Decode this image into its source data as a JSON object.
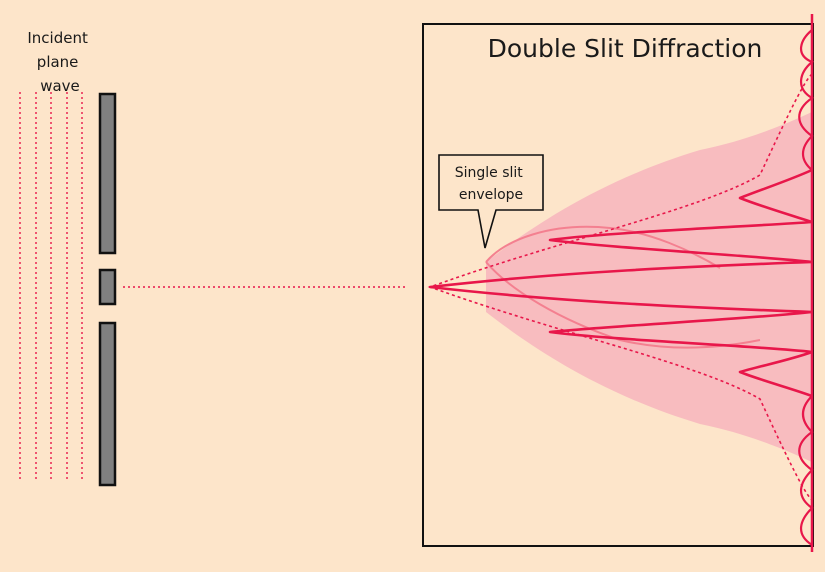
{
  "title": "Double Slit Diffraction",
  "incident_label": [
    "Incident",
    "plane",
    "wave"
  ],
  "envelope_label": [
    "Single slit",
    "envelope"
  ],
  "colors": {
    "background": "#fde5ca",
    "pattern_red": "#e8174a",
    "envelope_fill": "#f7b5bd",
    "pink_curve": "#f48090",
    "barrier_gray": "#808080",
    "frame": "#111111"
  }
}
